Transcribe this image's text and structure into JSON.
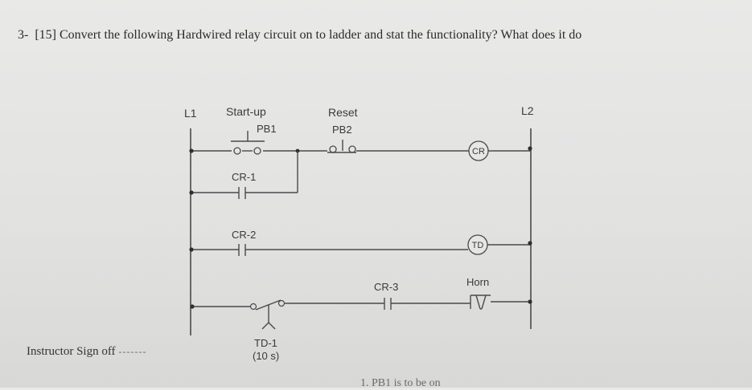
{
  "question": {
    "number": "3-",
    "text": "[15] Convert the following Hardwired relay circuit on to ladder and stat the functionality? What does it do"
  },
  "diagram": {
    "rail_left": "L1",
    "rail_right": "L2",
    "startup_label": "Start-up",
    "pb1_label": "PB1",
    "reset_label": "Reset",
    "pb2_label": "PB2",
    "cr_coil": "CR",
    "cr1_label": "CR-1",
    "cr2_label": "CR-2",
    "td_coil": "TD",
    "cr3_label": "CR-3",
    "horn_label": "Horn",
    "td1_label": "TD-1",
    "td1_time": "(10 s)"
  },
  "footer": {
    "signoff": "Instructor Sign off",
    "signoff_dashes": "-------",
    "cutoff_text": "1.   PB1 is to be on"
  }
}
